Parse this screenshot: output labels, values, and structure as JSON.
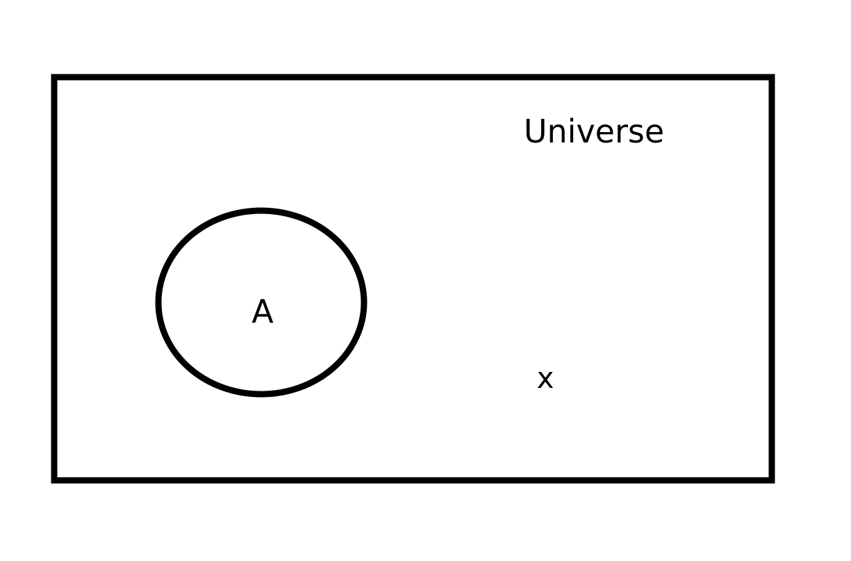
{
  "diagram": {
    "universe_label": "Universe",
    "set_label": "A",
    "element_label": "x",
    "stroke_color": "#000000",
    "background_color": "#ffffff"
  }
}
